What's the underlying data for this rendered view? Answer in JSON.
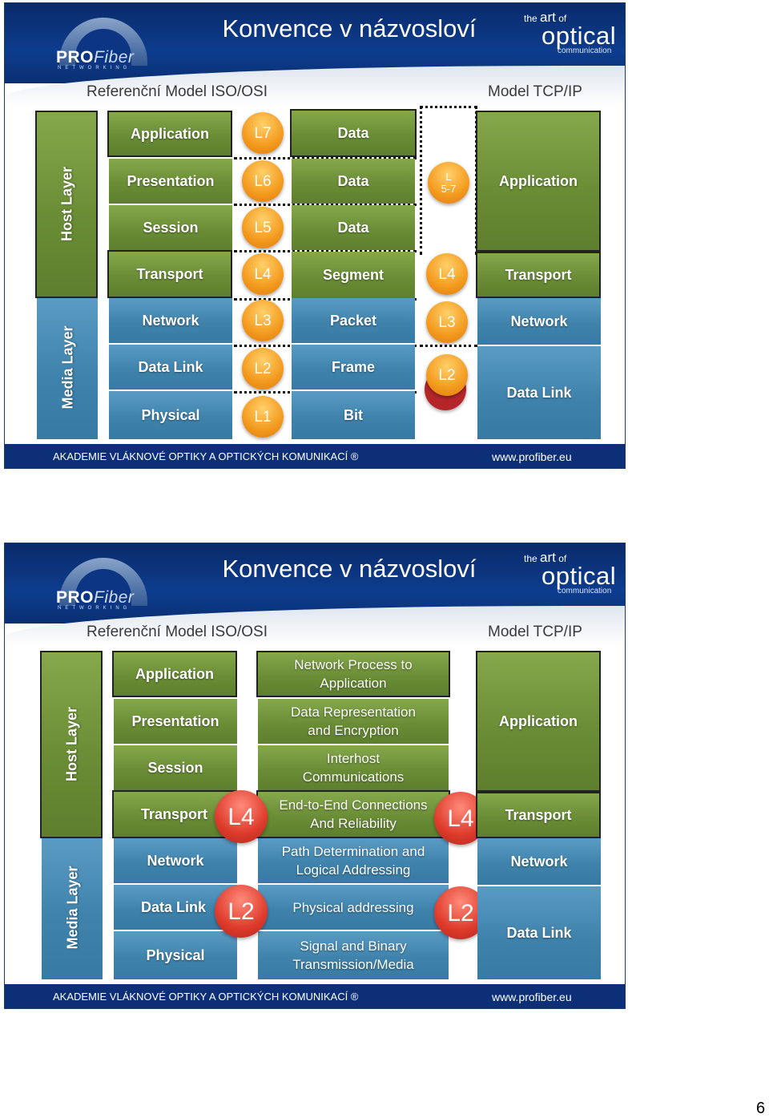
{
  "slides": [
    {
      "title": "Konvence v názvosloví",
      "brand": {
        "the": "the",
        "art": "art",
        "of": "of",
        "optical": "optical",
        "communication": "communication"
      },
      "logo": {
        "pro": "PRO",
        "fiber": "Fiber",
        "networking": "NETWORKING"
      },
      "model_left": "Referenční Model ISO/OSI",
      "model_right": "Model TCP/IP",
      "host_layer": "Host Layer",
      "media_layer": "Media Layer",
      "osi": [
        "Application",
        "Presentation",
        "Session",
        "Transport",
        "Network",
        "Data Link",
        "Physical"
      ],
      "levels": [
        "L7",
        "L6",
        "L5",
        "L4",
        "L3",
        "L2",
        "L1"
      ],
      "pdu": [
        "Data",
        "Data",
        "Data",
        "Segment",
        "Packet",
        "Frame",
        "Bit"
      ],
      "tcp_levels": {
        "l57": "L\n5-7",
        "l4": "L4",
        "l3": "L3",
        "l2": "L2"
      },
      "tcp": [
        "Application",
        "Transport",
        "Network",
        "Data Link"
      ],
      "footer": "AKADEMIE VLÁKNOVÉ OPTIKY  A OPTICKÝCH KOMUNIKACÍ ®",
      "web": "www.profiber.eu"
    },
    {
      "title": "Konvence v názvosloví",
      "brand": {
        "the": "the",
        "art": "art",
        "of": "of",
        "optical": "optical",
        "communication": "communication"
      },
      "logo": {
        "pro": "PRO",
        "fiber": "Fiber",
        "networking": "NETWORKING"
      },
      "model_left": "Referenční Model ISO/OSI",
      "model_right": "Model TCP/IP",
      "host_layer": "Host Layer",
      "media_layer": "Media Layer",
      "osi": [
        "Application",
        "Presentation",
        "Session",
        "Transport",
        "Network",
        "Data Link",
        "Physical"
      ],
      "desc": [
        "Network Process to Application",
        "Data Representation and Encryption",
        "Interhost Communications",
        "End-to-End Connections And Reliability",
        "Path Determination and Logical Addressing",
        "Physical addressing",
        "Signal and Binary Transmission/Media"
      ],
      "badges": {
        "l4": "L4",
        "l2": "L2"
      },
      "tcp": [
        "Application",
        "Transport",
        "Network",
        "Data Link"
      ],
      "footer": "AKADEMIE VLÁKNOVÉ OPTIKY  A OPTICKÝCH KOMUNIKACÍ ®",
      "web": "www.profiber.eu"
    }
  ],
  "page_number": "6"
}
